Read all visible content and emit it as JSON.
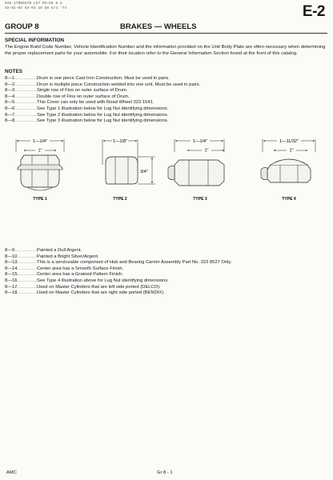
{
  "header": {
    "code_line_1": "835 27000470 LG7 PG:E8 8.1",
    "code_line_2": "XX-01-03 XX-03 28 U8 5/4 '74",
    "page_tag": "E-2",
    "group": "GROUP 8",
    "title": "BRAKES — WHEELS"
  },
  "special_information": {
    "heading": "SPECIAL INFORMATION",
    "text": "The Engine Build Code Number, Vehicle Identification Number and the information provided on the Unit Body Plate are often necessary when determining the proper replacement parts for your automobile. For their location refer to the General Information Section found at the front of this catalog."
  },
  "notes": {
    "heading": "NOTES",
    "dots": "...............",
    "items": [
      {
        "code": "8—1",
        "text": "Drum is one piece Cast Iron Construction. Must be used in pairs."
      },
      {
        "code": "8—2",
        "text": "Drum is multiple piece Construction welded into one unit. Must be used in pairs."
      },
      {
        "code": "8—3",
        "text": "Single row of Fins on outer surface of Drum."
      },
      {
        "code": "8—4",
        "text": "Double row of Fins on outer surface of Drum."
      },
      {
        "code": "8—5",
        "text": "This Cover can only be used with Road Wheel 323 1541."
      },
      {
        "code": "8—6",
        "text": "See Type 1 illustration below for Lug Nut identifying dimensions."
      },
      {
        "code": "8—7",
        "text": "See Type 2 illustration below for Lug Nut identifying dimensions."
      },
      {
        "code": "8—8",
        "text": "See Type 3 illustration below for Lug Nut identifying dimensions."
      }
    ],
    "items2": [
      {
        "code": "8—9",
        "text": "Painted a Dull Argent."
      },
      {
        "code": "8—10",
        "text": "Painted a Bright Silver/Argent."
      },
      {
        "code": "8—13",
        "text": "This is a serviceable component of Hub and Bearing Carrier Assembly Part No. 323 8527 Only."
      },
      {
        "code": "8—14",
        "text": "Center area has a Smooth Surface Finish."
      },
      {
        "code": "8—15",
        "text": "Center area has a Grained Pattern Finish."
      },
      {
        "code": "8—16",
        "text": "See Type 4 illustration above for Lug Nut identifying dimensions."
      },
      {
        "code": "8—17",
        "text": "Used on Master Cylinders that are left side ported (DELCO)."
      },
      {
        "code": "8—18",
        "text": "Used on Master Cylinders that are right side ported (BENDIX)."
      }
    ]
  },
  "lug_nuts": [
    {
      "label": "TYPE 1",
      "top_dim": "1—1/4\"",
      "inner_dim": "1\"",
      "side_dim": ""
    },
    {
      "label": "TYPE 2",
      "top_dim": "1—1/8\"",
      "inner_dim": "",
      "side_dim": "3/4\""
    },
    {
      "label": "TYPE 3",
      "top_dim": "1—1/4\"",
      "inner_dim": "1\"",
      "side_dim": ""
    },
    {
      "label": "TYPE 4",
      "top_dim": "1—11/32\"",
      "inner_dim": "1\"",
      "side_dim": ""
    }
  ],
  "footer": {
    "left": "AMC",
    "center": "Gr 8 - 1"
  }
}
